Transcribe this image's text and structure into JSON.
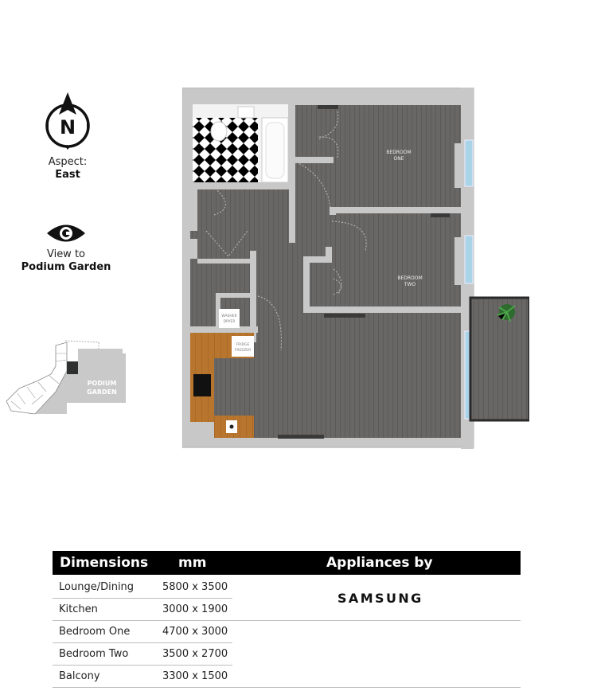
{
  "legend": {
    "compass_icon": "north-compass-icon",
    "compass_letter": "N",
    "aspect_label": "Aspect:",
    "aspect_value": "East",
    "eye_icon": "eye-icon",
    "view_label": "View to",
    "view_value": "Podium Garden"
  },
  "keyplan": {
    "label_line1": "PODIUM",
    "label_line2": "GARDEN"
  },
  "floorplan": {
    "rooms": [
      {
        "id": "bedroom-one",
        "label_line1": "BEDROOM",
        "label_line2": "ONE"
      },
      {
        "id": "bedroom-two",
        "label_line1": "BEDROOM",
        "label_line2": "TWO"
      }
    ],
    "appliances": [
      {
        "id": "washer-dryer",
        "label_line1": "WASHER",
        "label_line2": "DRYER"
      },
      {
        "id": "fridge-freezer",
        "label_line1": "FRIDGE",
        "label_line2": "FREEZER"
      }
    ],
    "colors": {
      "wall": "#c8c8c8",
      "floor": "#6a6866",
      "kitchen_counter": "#b8752e",
      "window": "#a9d3e6",
      "balcony_edge": "#2a2a2a"
    }
  },
  "table": {
    "header": {
      "dimensions": "Dimensions",
      "units": "mm",
      "appliances": "Appliances by"
    },
    "brand": "SAMSUNG",
    "rows": [
      {
        "room": "Lounge/Dining",
        "size": "5800 x 3500"
      },
      {
        "room": "Kitchen",
        "size": "3000 x 1900"
      },
      {
        "room": "Bedroom One",
        "size": "4700 x 3000"
      },
      {
        "room": "Bedroom Two",
        "size": "3500 x 2700"
      },
      {
        "room": "Balcony",
        "size": "3300 x 1500"
      }
    ]
  }
}
